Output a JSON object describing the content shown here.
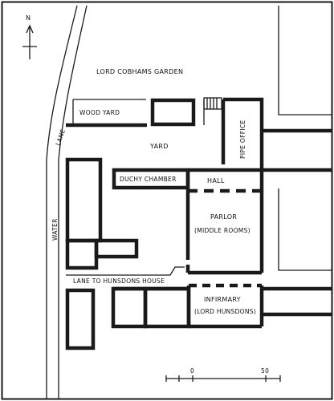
{
  "north": "N",
  "labels": {
    "lord_cobhams_garden": "LORD COBHAMS GARDEN",
    "wood_yard": "WOOD YARD",
    "yard": "YARD",
    "pipe_office": "PIPE OFFICE",
    "lane": "LANE",
    "water": "WATER",
    "duchy_chamber": "DUCHY CHAMBER",
    "hall": "HALL",
    "parlor": "PARLOR",
    "middle_rooms": "(MIDDLE ROOMS)",
    "lane_to_hunsdons_house": "LANE TO HUNSDONS HOUSE",
    "infirmary": "INFIRMARY",
    "lord_hunsdons": "(LORD HUNSDONS)"
  },
  "scale": {
    "start_label": "0",
    "end_label": "50"
  },
  "colors": {
    "ink": "#1a1a1a",
    "paper": "#ffffff"
  }
}
